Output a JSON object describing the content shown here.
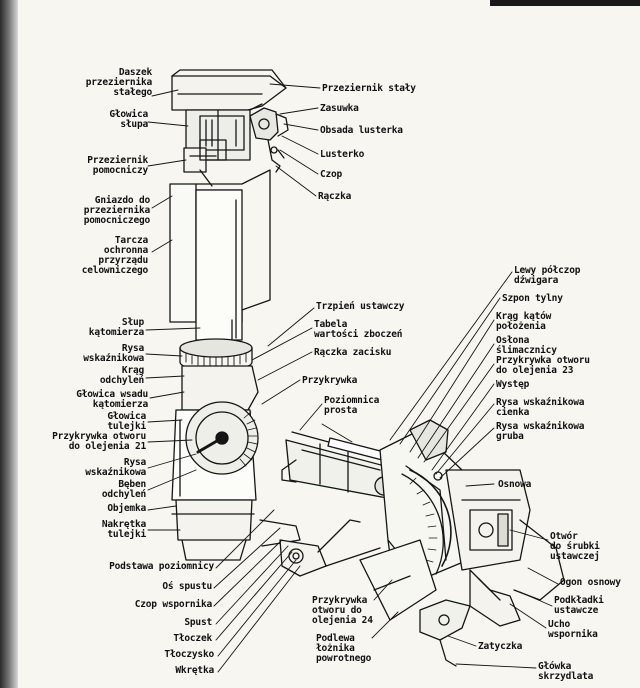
{
  "labels": {
    "daszek": "Daszek\nprzeziernika\nstałego",
    "glowica_slupa": "Głowica\nsłupa",
    "przeziernik_pomocniczy": "Przeziernik\npomocniczy",
    "gniazdo": "Gniazdo do\nprzeziernika\npomocniczego",
    "tarcza": "Tarcza\nochronna\nprzyrządu\ncelowniczego",
    "slup": "Słup\nkątomierza",
    "rysa_wskaznikowa_1": "Rysa\nwskaźnikowa",
    "krag_odchylen": "Krąg\nodchyleń",
    "glowica_wsadu": "Głowica wsadu\nkątomierza",
    "glowica_tulejki": "Głowica\ntulejki",
    "przykrywka_21": "Przykrywka otworu\ndo olejenia 21",
    "rysa_wskaznikowa_2": "Rysa\nwskaźnikowa",
    "beben": "Bęben\nodchyleń",
    "objemka": "Objemka",
    "nakretka": "Nakrętka\ntulejki",
    "podstawa": "Podstawa poziomnicy",
    "os_spustu": "Oś spustu",
    "czop_wspornika": "Czop wspornika",
    "spust": "Spust",
    "tloczek": "Tłoczek",
    "tloczysko": "Tłoczysko",
    "wkretka": "Wkrętka",
    "przeziernik_staly": "Przeziernik stały",
    "zasuwka": "Zasuwka",
    "obsada": "Obsada lusterka",
    "lusterko": "Lusterko",
    "czop": "Czop",
    "raczka": "Rączka",
    "trzpien": "Trzpień ustawczy",
    "tabela": "Tabela\nwartości zboczeń",
    "raczka_zacisku": "Rączka zacisku",
    "przykrywka": "Przykrywka",
    "poziomnica": "Poziomnica\nprosta",
    "lewy_polczop": "Lewy półczop\ndźwigara",
    "szpon": "Szpon tylny",
    "krag_katow": "Krąg kątów\npołożenia",
    "oslona": "Osłona\nślimacznicy",
    "przykrywka_23": "Przykrywka otworu\ndo olejenia 23",
    "wystep": "Występ",
    "rysa_cienka": "Rysa wskaźnikowa\ncienka",
    "rysa_gruba": "Rysa wskaźnikowa\ngruba",
    "osnowa": "Osnowa",
    "otwor_srubki": "Otwór\ndo śrubki\nustawczej",
    "ogon": "Ogon osnowy",
    "podkladki": "Podkładki\nustawcze",
    "ucho": "Ucho\nwspornika",
    "przykrywka_24": "Przykrywka\notworu do\nolejenia 24",
    "podlewa": "Podlewa\nłożnika\npowrotnego",
    "zatyczka": "Zatyczka",
    "glowka": "Główka\nskrzydlata"
  }
}
